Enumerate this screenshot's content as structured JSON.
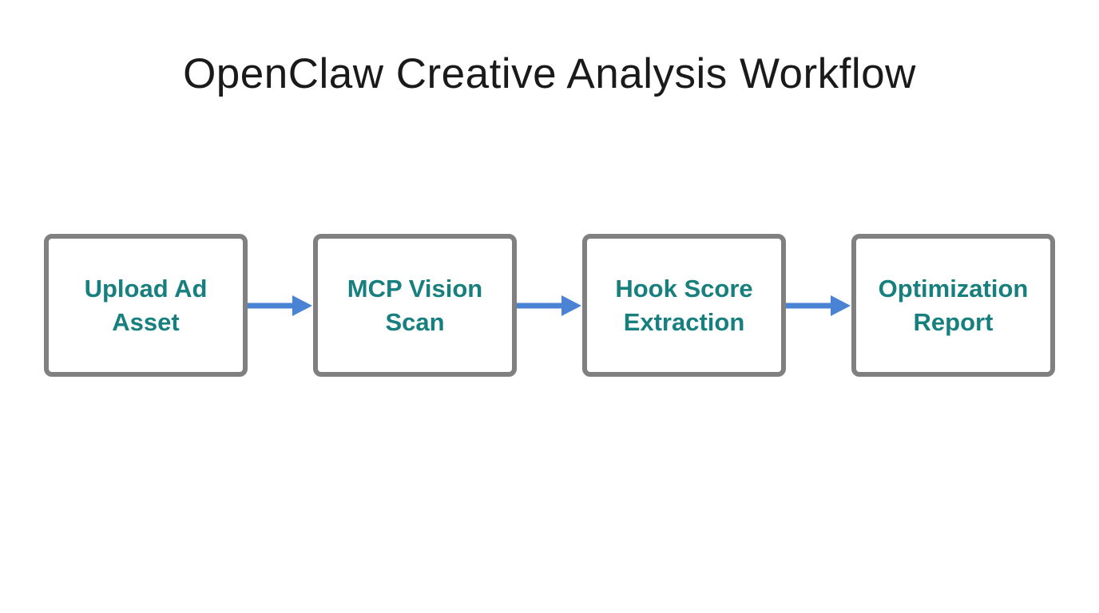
{
  "title": {
    "text": "OpenClaw Creative Analysis Workflow"
  },
  "flowchart": {
    "steps": [
      {
        "label": "Upload Ad\nAsset"
      },
      {
        "label": "MCP Vision\nScan"
      },
      {
        "label": "Hook Score\nExtraction"
      },
      {
        "label": "Optimization\nReport"
      }
    ]
  },
  "colors": {
    "background": "#ffffff",
    "title_text": "#1a1a1a",
    "box_border": "#808080",
    "box_fill": "#ffffff",
    "step_text": "#17807e",
    "arrow": "#4b83d4"
  }
}
